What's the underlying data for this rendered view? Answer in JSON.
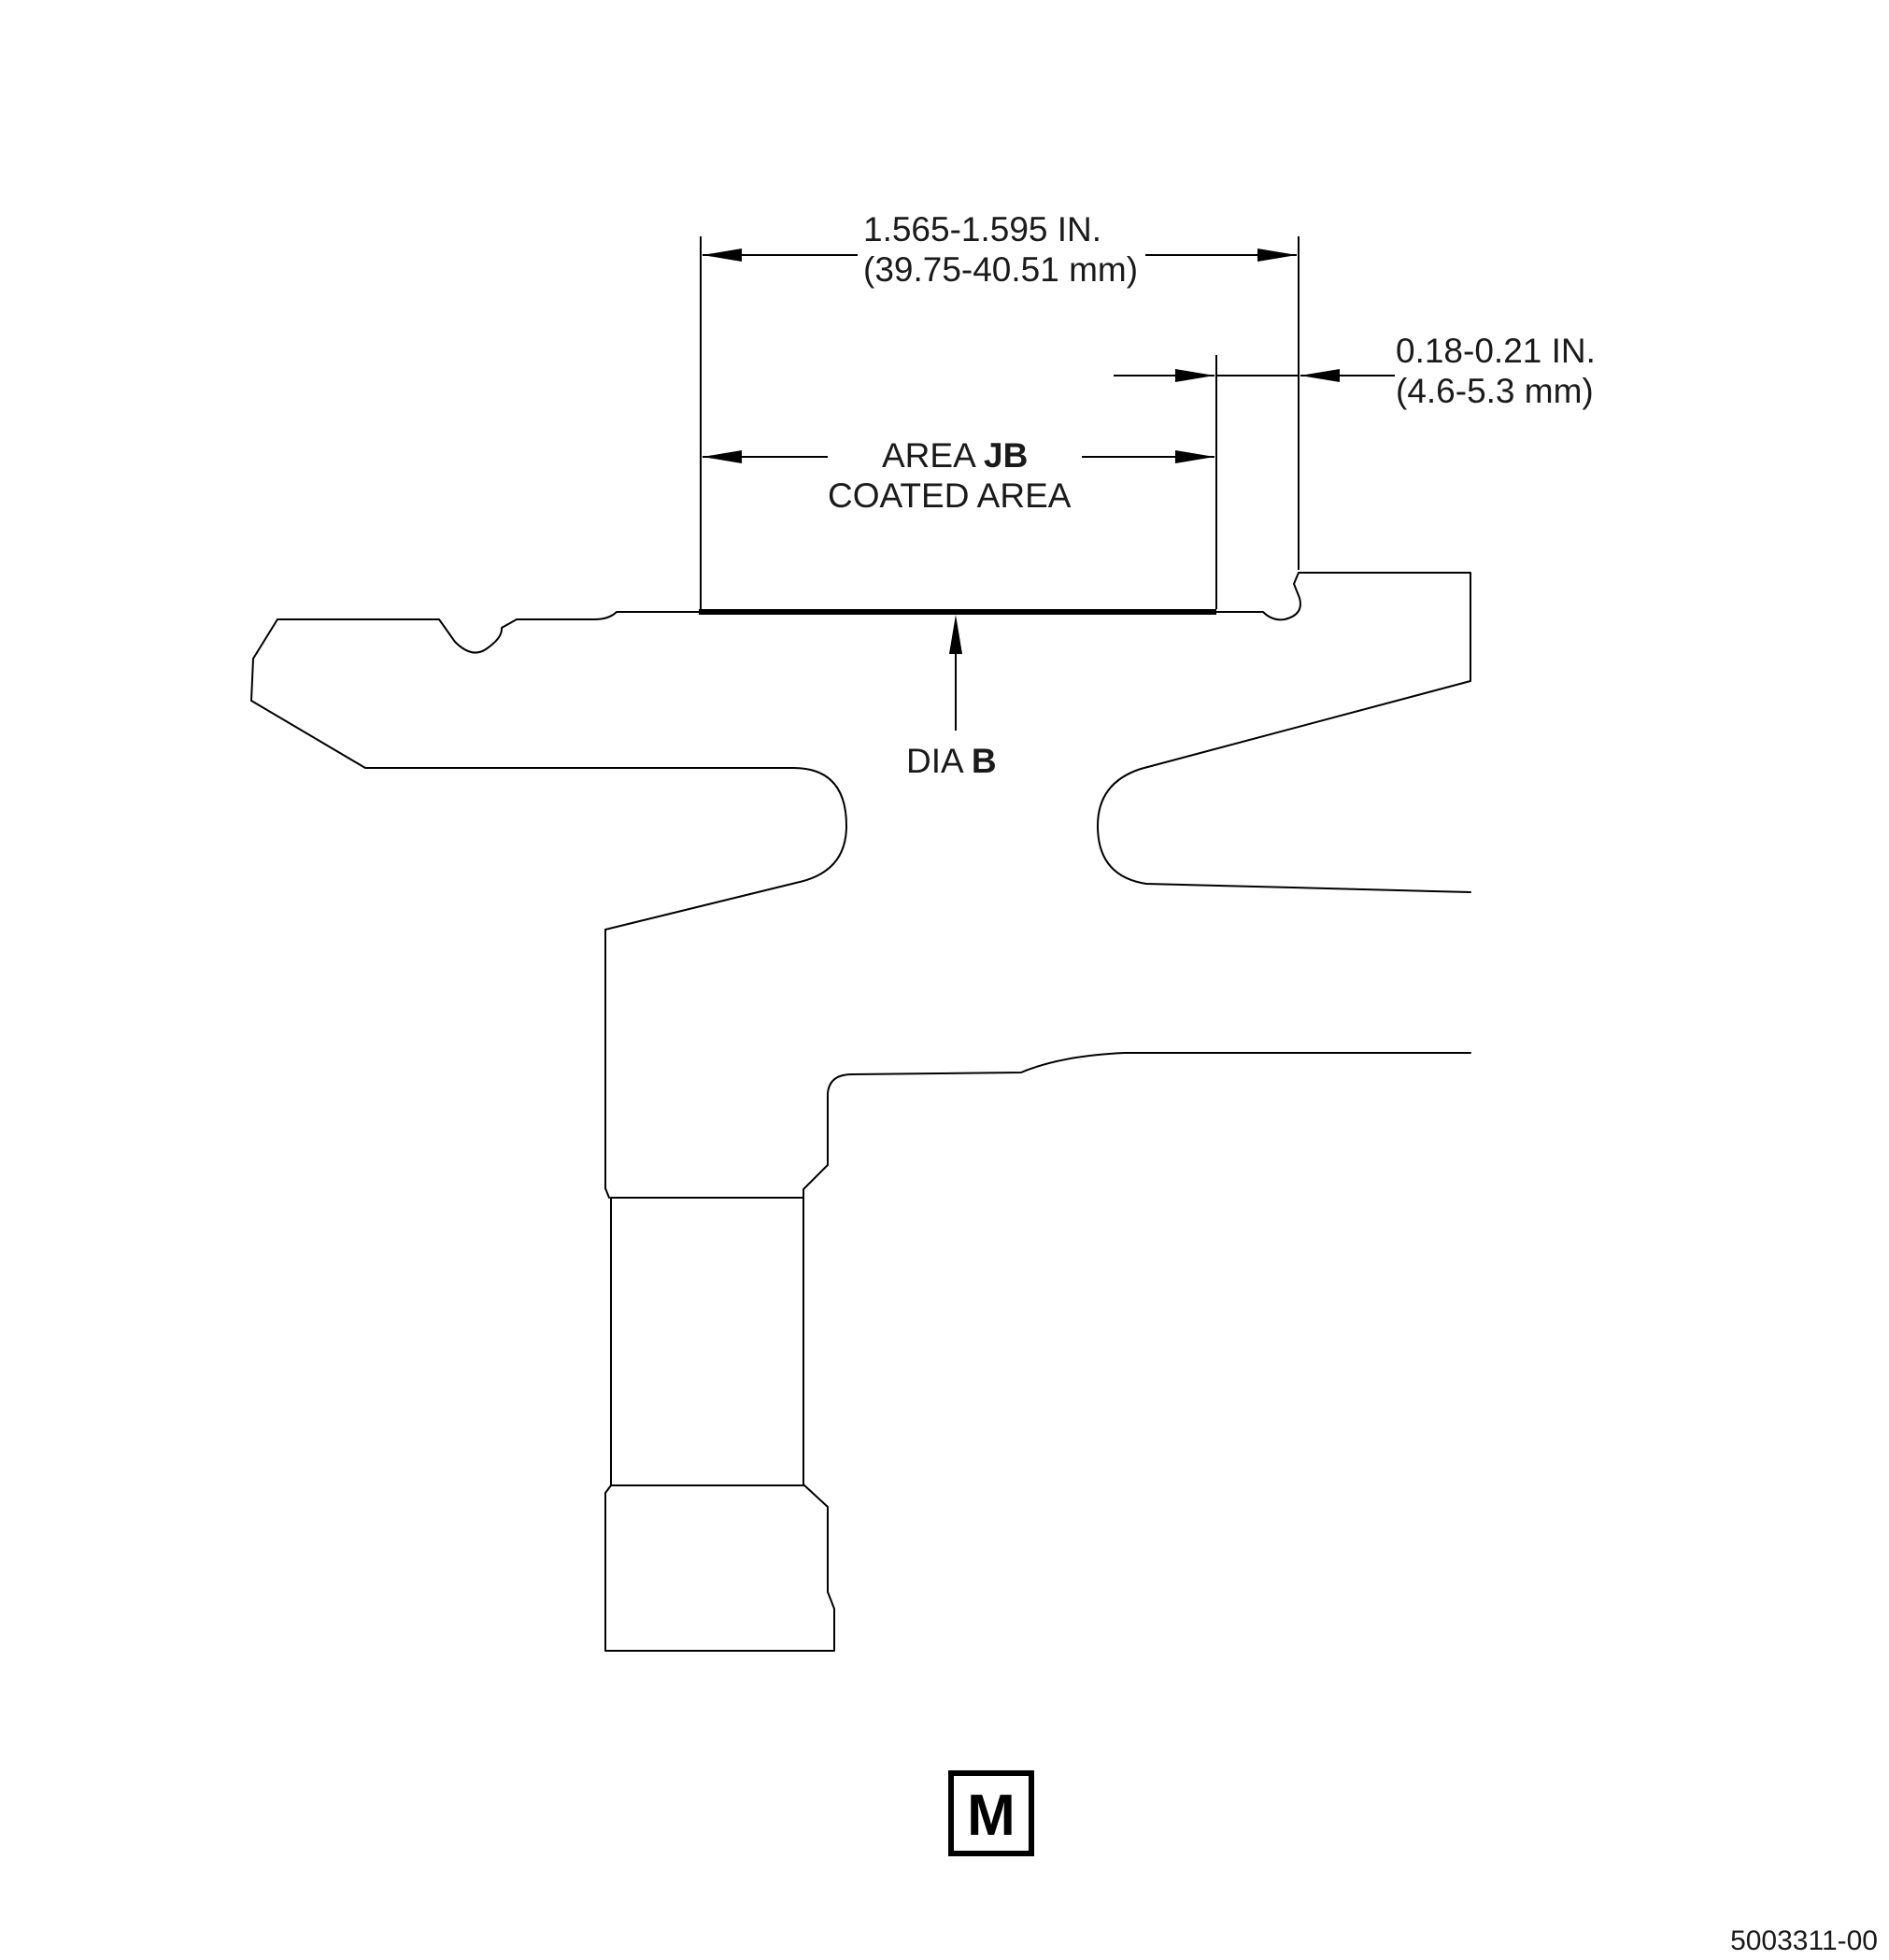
{
  "dimensions": {
    "overall_length": {
      "inches": "1.565-1.595 IN.",
      "metric": "(39.75-40.51 mm)"
    },
    "end_gap": {
      "inches": "0.18-0.21 IN.",
      "metric": "(4.6-5.3 mm)"
    }
  },
  "labels": {
    "area_prefix": "AREA ",
    "area_id": "JB",
    "coated_area": "COATED AREA",
    "dia_prefix": "DIA ",
    "dia_id": "B"
  },
  "view": {
    "letter": "M"
  },
  "figure_number": "5003311-00",
  "colors": {
    "line": "#000000",
    "text": "#1a1a1a",
    "background": "#ffffff"
  }
}
